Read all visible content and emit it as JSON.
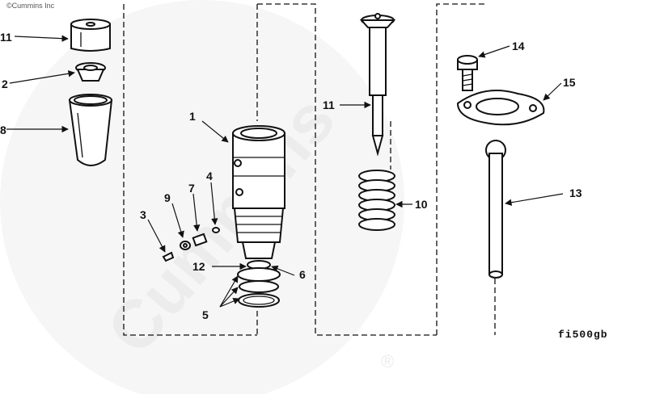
{
  "copyright": "©Cummins Inc",
  "watermark": {
    "brand": "Cummins",
    "registered": "®"
  },
  "figure_id": "fi500gb",
  "callouts": {
    "c1": "1",
    "c2": "2",
    "c3": "3",
    "c4": "4",
    "c5": "5",
    "c6": "6",
    "c7": "7",
    "c8": "8",
    "c9": "9",
    "c10": "10",
    "c11a": "11",
    "c11b": "11",
    "c12": "12",
    "c13": "13",
    "c14": "14",
    "c15": "15"
  }
}
